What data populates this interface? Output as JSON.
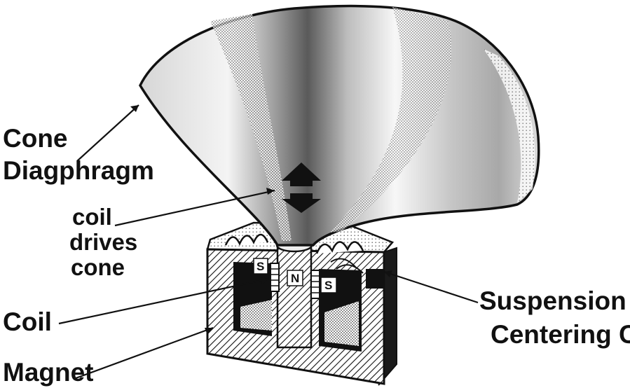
{
  "labels": {
    "cone_line1": "Cone",
    "cone_line2": "Diagphragm",
    "drive_line1": "coil",
    "drive_line2": "drives",
    "drive_line3": "cone",
    "coil": "Coil",
    "magnet": "Magnet",
    "suspension_line1": "Suspension and",
    "suspension_line2": "Centering Coil"
  },
  "poles": {
    "left_south": "S",
    "north": "N",
    "right_south": "S"
  },
  "icons": {
    "motion": "up-down-arrow-icon"
  },
  "colors": {
    "ink": "#111111",
    "paper": "#ffffff",
    "shade": "#9a9a9a"
  }
}
